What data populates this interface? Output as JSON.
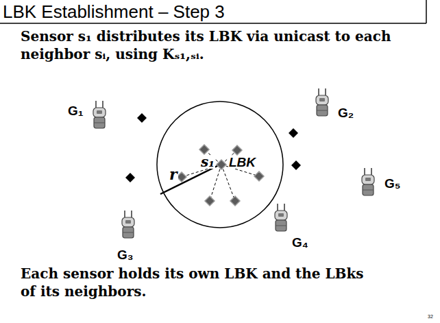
{
  "diagram": {
    "title": "LBK Establishment – Step 3",
    "nodes": [
      {
        "text": [
          "G₁"
        ]
      },
      {
        "text": [
          "G₂"
        ]
      },
      {
        "text": [
          "G₅"
        ]
      },
      {
        "text": [
          "G₃"
        ]
      },
      {
        "text": [
          "G₄"
        ]
      }
    ],
    "labels": [
      "Sensor s₁ distributes its LBK via unicast to each neighbor sᵢ, using Kₛ₁,ₛᵢ.",
      "s₁",
      "LBK",
      "r",
      "Each sensor holds its own LBK and the LBks of its neighbors.",
      "32"
    ]
  }
}
